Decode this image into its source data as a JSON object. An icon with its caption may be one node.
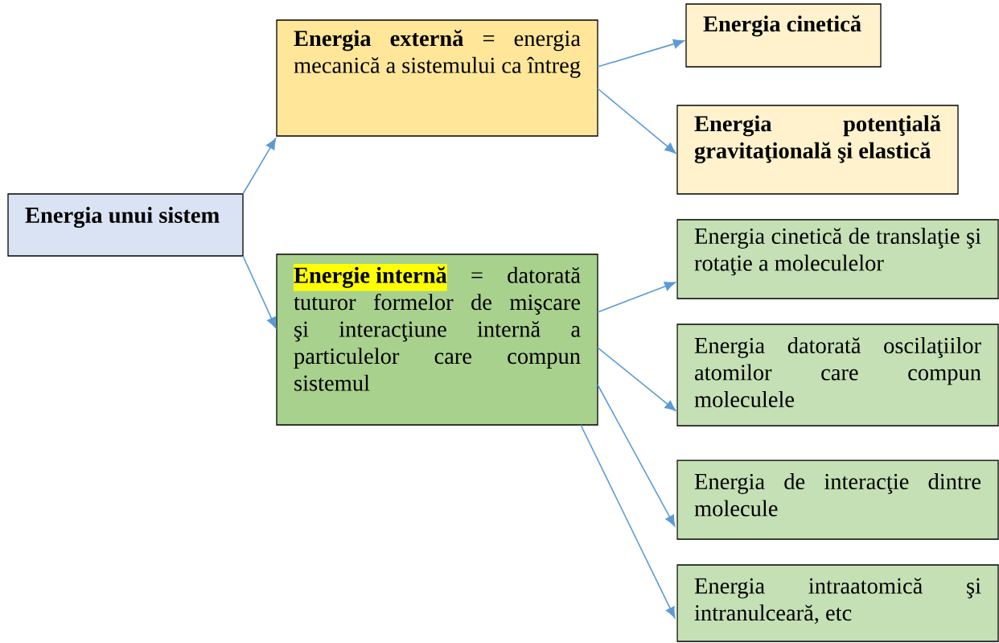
{
  "diagram": {
    "nodes": [
      {
        "text": [
          "Energia unui sistem"
        ]
      },
      {
        "text": [
          "Energia externă",
          "= energia mecanică a sistemului ca întreg"
        ]
      },
      {
        "text": [
          "Energie internă",
          "= datorată tuturor formelor de mişcare şi interacţiune internă a particulelor care compun sistemul"
        ]
      },
      {
        "text": [
          "Energia cinetică"
        ]
      },
      {
        "text": [
          "Energia potenţială gravitaţională şi elastică"
        ]
      },
      {
        "text": [
          "Energia cinetică de translaţie şi rotaţie a moleculelor"
        ]
      },
      {
        "text": [
          "Energia datorată oscilaţiilor atomilor care compun moleculele"
        ]
      },
      {
        "text": [
          "Energia de interacţie dintre molecule"
        ]
      },
      {
        "text": [
          "Energia intraatomică şi intranulceară, etc"
        ]
      }
    ],
    "edges": [
      {
        "from": 0,
        "to": 1,
        "arrow": "to"
      },
      {
        "from": 0,
        "to": 2,
        "arrow": "to"
      },
      {
        "from": 1,
        "to": 3,
        "arrow": "to"
      },
      {
        "from": 1,
        "to": 4,
        "arrow": "to"
      },
      {
        "from": 2,
        "to": 5,
        "arrow": "to"
      },
      {
        "from": 2,
        "to": 6,
        "arrow": "to"
      },
      {
        "from": 2,
        "to": 7,
        "arrow": "to"
      },
      {
        "from": 2,
        "to": 8,
        "arrow": "to"
      }
    ]
  }
}
